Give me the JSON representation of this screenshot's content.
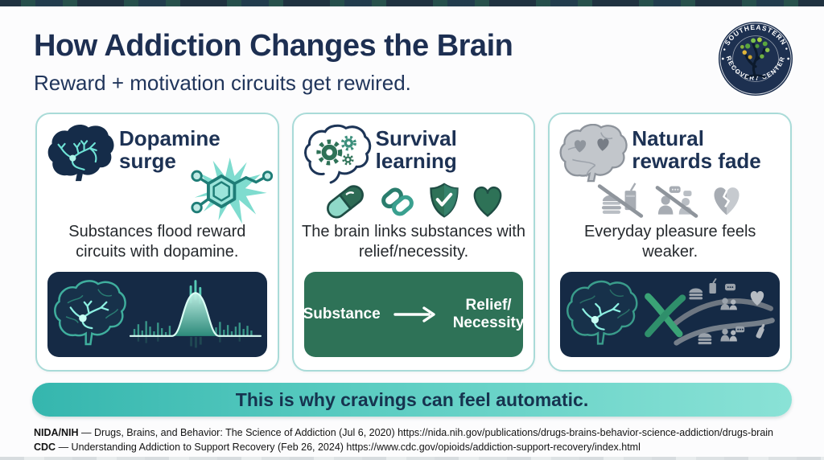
{
  "header": {
    "title": "How Addiction Changes the Brain",
    "subtitle": "Reward + motivation circuits get rewired."
  },
  "logo": {
    "top_text": "• SOUTHEASTERN •",
    "bottom_text": "RECOVERY CENTER"
  },
  "cards": [
    {
      "title_line1": "Dopamine",
      "title_line2": "surge",
      "description": "Substances flood reward circuits with dopamine.",
      "icons": [
        "brain-neurons-icon",
        "dopamine-molecule-burst-icon"
      ],
      "panel": {
        "type": "illustration",
        "icons": [
          "glowing-brain-icon",
          "dopamine-spike-wave-icon"
        ]
      }
    },
    {
      "title_line1": "Survival",
      "title_line2": "learning",
      "description": "The brain links substances with relief/necessity.",
      "icons": [
        "pill-capsule-icon",
        "chain-link-icon",
        "shield-check-icon",
        "heart-icon"
      ],
      "panel": {
        "type": "flow",
        "from_label": "Substance",
        "to_line1": "Relief/",
        "to_line2": "Necessity"
      }
    },
    {
      "title_line1": "Natural",
      "title_line2": "rewards fade",
      "description": "Everyday pleasure feels weaker.",
      "icons": [
        "no-food-icon",
        "no-social-icon",
        "faded-broken-heart-icon"
      ],
      "panel": {
        "type": "illustration",
        "icons": [
          "glowing-brain-icon",
          "crossed-out-rewards-icon"
        ]
      }
    }
  ],
  "banner": {
    "text": "This is why cravings can feel automatic."
  },
  "citations": [
    {
      "source": "NIDA/NIH",
      "rest": "— Drugs, Brains, and Behavior: The Science of Addiction (Jul 6, 2020) https://nida.nih.gov/publications/drugs-brains-behavior-science-addiction/drugs-brain"
    },
    {
      "source": "CDC",
      "rest": "— Understanding Addiction to Support Recovery (Feb 26, 2024) https://www.cdc.gov/opioids/addiction-support-recovery/index.html"
    }
  ],
  "colors": {
    "navy": "#1d2f52",
    "panel_navy": "#152a45",
    "teal": "#3bbcb2",
    "mint": "#8ae0d4",
    "green": "#2e7257",
    "gray_icon": "#9aa0a8",
    "card_border": "#a9dbd8"
  }
}
